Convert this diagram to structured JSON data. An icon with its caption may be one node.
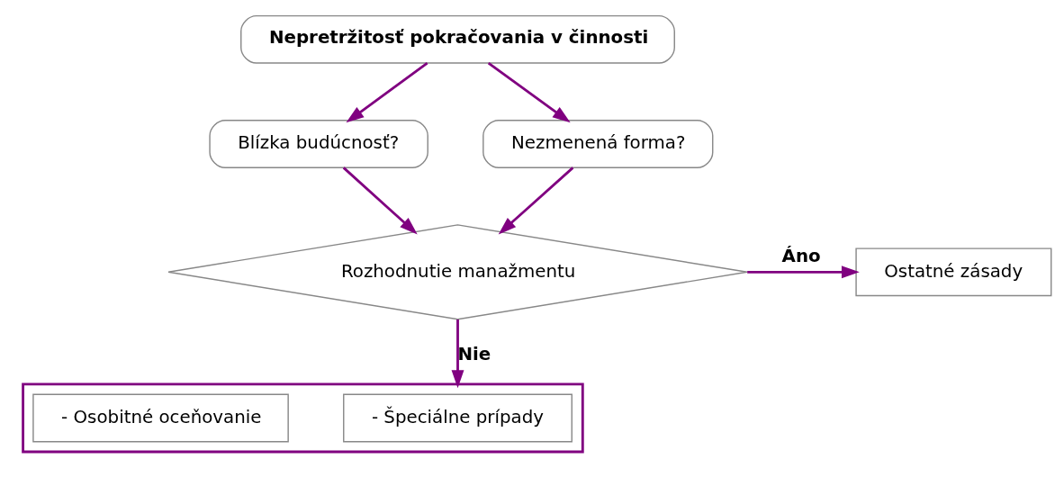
{
  "diagram": {
    "nodes": [
      {
        "text": [
          "Nepretržitosť pokračovania v činnosti"
        ]
      },
      {
        "text": [
          "Blízka budúcnosť?"
        ]
      },
      {
        "text": [
          "Nezmenená forma?"
        ]
      },
      {
        "text": [
          "Ostatné zásady"
        ]
      },
      {
        "text": [
          "Rozhodnutie manažmentu"
        ]
      },
      {
        "text": [],
        "shape": "box"
      },
      {
        "text": [
          "- Špeciálne prípady"
        ],
        "in": 5
      },
      {
        "text": [
          "- Osobitné oceňovanie"
        ],
        "in": 5
      }
    ],
    "edges": [
      {
        "from": 0,
        "to": 1,
        "arrow": "to"
      },
      {
        "from": 0,
        "to": 2,
        "arrow": "to"
      },
      {
        "from": 1,
        "to": 4,
        "arrow": "to"
      },
      {
        "from": 2,
        "to": 4,
        "arrow": "to"
      },
      {
        "from": 4,
        "to": 3,
        "arrow": "to",
        "label": "Áno"
      },
      {
        "from": 4,
        "to": 5,
        "arrow": "to",
        "label": "Nie"
      }
    ]
  }
}
